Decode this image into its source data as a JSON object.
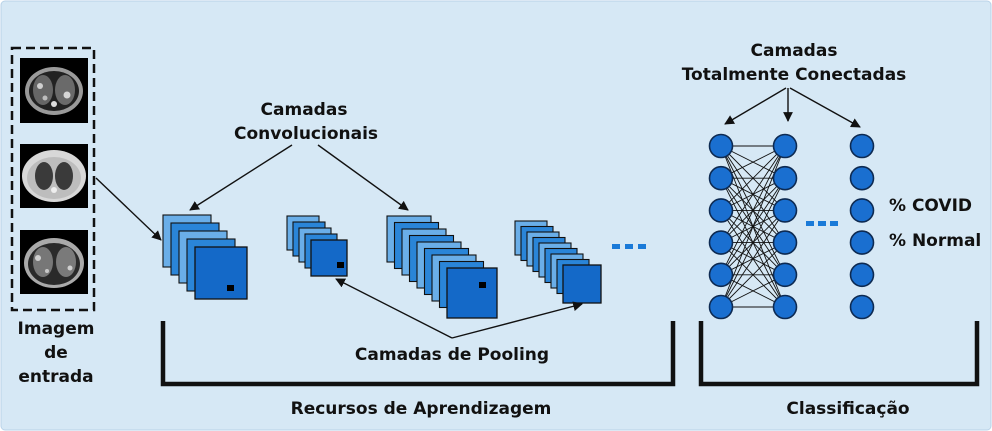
{
  "labels": {
    "input_image": [
      "Imagem",
      "de",
      "entrada"
    ],
    "conv_layers": [
      "Camadas",
      "Convolucionais"
    ],
    "pooling_layers": "Camadas de Pooling",
    "fc_layers": [
      "Camadas",
      "Totalmente Conectadas"
    ],
    "output_covid": "% COVID",
    "output_normal": "% Normal",
    "learning_features": "Recursos de Aprendizagem",
    "classification": "Classificação"
  },
  "colors": {
    "background": "#d6e8f5",
    "node_fill": "#1a6fd0",
    "map_light": "#6aaee8",
    "map_mid": "#2a85d8",
    "map_dark": "#1469c8",
    "ellipsis": "#1a7ad8"
  },
  "input_thumbnails": [
    "ct-scan-1",
    "ct-scan-2",
    "ct-scan-3"
  ],
  "fc_network": {
    "layer1_nodes": 6,
    "layer2_nodes": 6,
    "output_nodes": 6
  }
}
